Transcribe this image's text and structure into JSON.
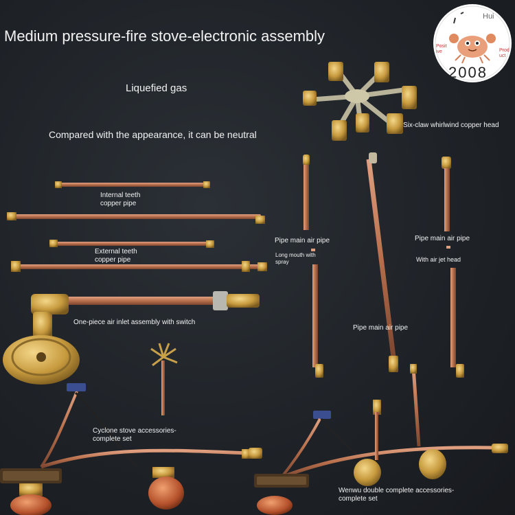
{
  "title": "Medium pressure-fire stove-electronic assembly",
  "gas_type": "Liquefied gas",
  "subtitle": "Compared with the appearance, it can be neutral",
  "logo": {
    "text": "Hui",
    "left_text": "Posit ive",
    "right_text": "Prod uct",
    "year": "2008"
  },
  "labels": {
    "head": "Six-claw whirlwind copper head",
    "internal": "Internal teeth copper pipe",
    "external": "External teeth copper pipe",
    "inlet": "One-piece air inlet assembly with switch",
    "pipe_left": "Pipe main air pipe",
    "long_mouth": "Long mouth with spray",
    "pipe_right": "Pipe main air pipe",
    "air_jet": "With air jet head",
    "pipe_mid": "Pipe main air pipe",
    "cyclone": "Cyclone stove accessories-complete set",
    "wenwu": "Wenwu double complete accessories-complete set"
  },
  "colors": {
    "background": "#1f2328",
    "copper": "#c07a55",
    "brass": "#c9a04a",
    "text": "#f2f2f2"
  }
}
